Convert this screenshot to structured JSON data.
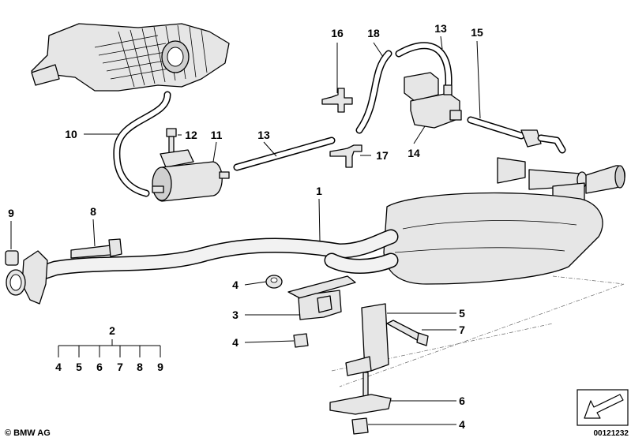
{
  "callouts": [
    {
      "id": "c16",
      "text": "16"
    },
    {
      "id": "c18",
      "text": "18"
    },
    {
      "id": "c13a",
      "text": "13"
    },
    {
      "id": "c15",
      "text": "15"
    },
    {
      "id": "c10",
      "text": "10"
    },
    {
      "id": "c12",
      "text": "12"
    },
    {
      "id": "c11",
      "text": "11"
    },
    {
      "id": "c13b",
      "text": "13"
    },
    {
      "id": "c14",
      "text": "14"
    },
    {
      "id": "c17",
      "text": "17"
    },
    {
      "id": "c1",
      "text": "1"
    },
    {
      "id": "c9",
      "text": "9"
    },
    {
      "id": "c8",
      "text": "8"
    },
    {
      "id": "c4a",
      "text": "4"
    },
    {
      "id": "c3",
      "text": "3"
    },
    {
      "id": "c4b",
      "text": "4"
    },
    {
      "id": "c5",
      "text": "5"
    },
    {
      "id": "c7",
      "text": "7"
    },
    {
      "id": "c6",
      "text": "6"
    },
    {
      "id": "c4c",
      "text": "4"
    }
  ],
  "kit": {
    "label": "2",
    "items": [
      "4",
      "5",
      "6",
      "7",
      "8",
      "9"
    ]
  },
  "footer": {
    "copyright": "© BMW AG",
    "diagram_number": "00121232"
  },
  "icons": {
    "direction_indicator": "arrow-icon"
  }
}
